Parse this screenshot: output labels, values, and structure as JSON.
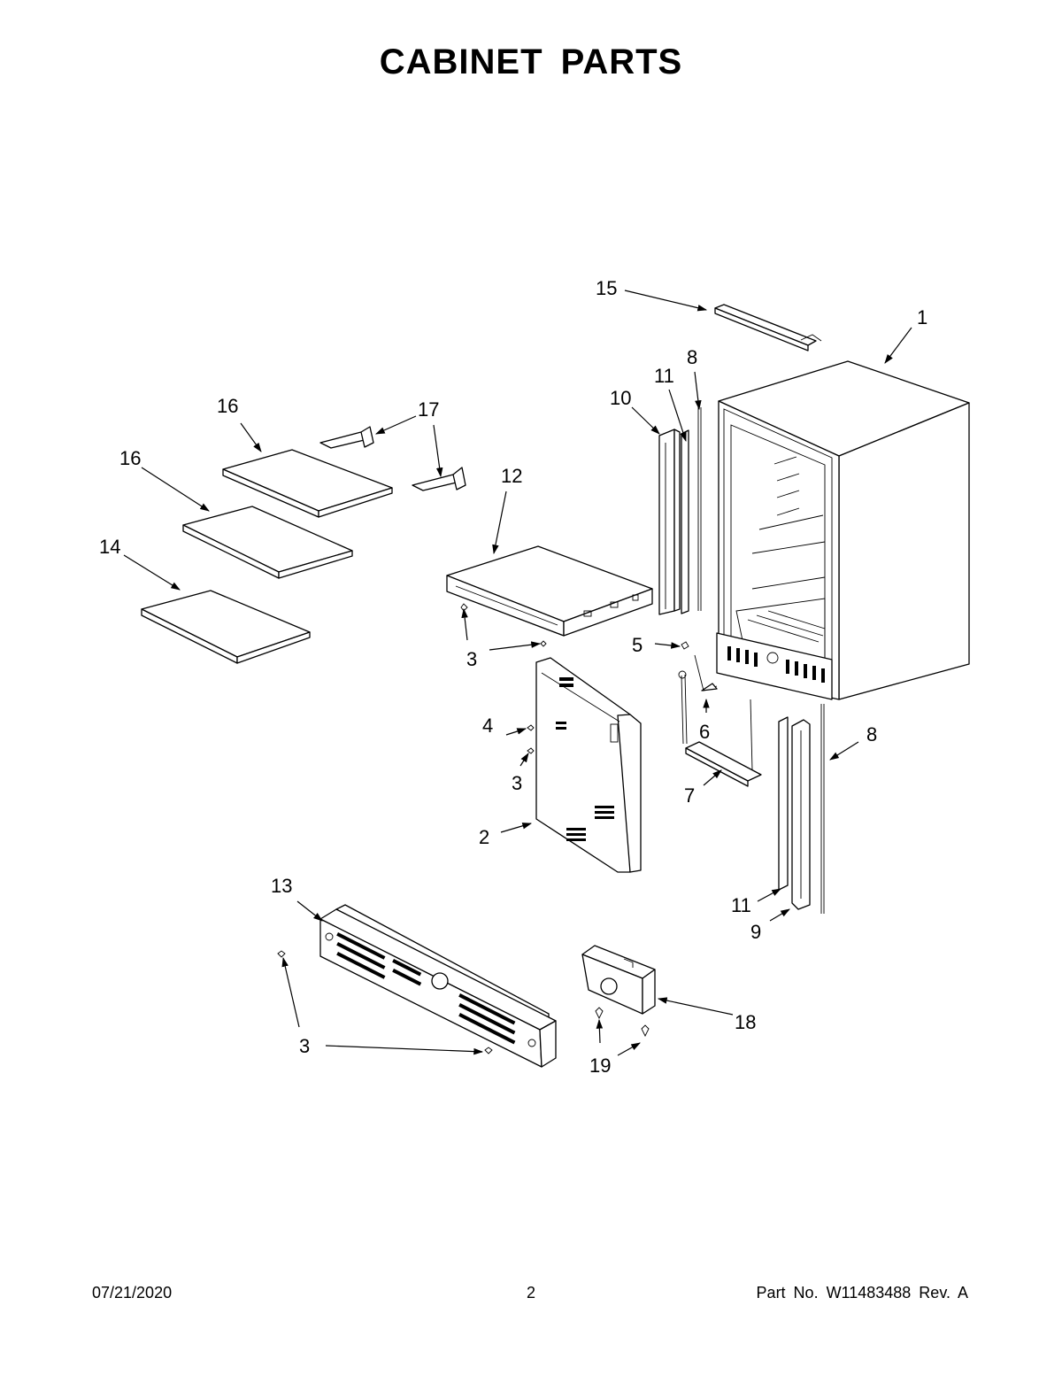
{
  "page_title": "CABINET PARTS",
  "callouts": [
    {
      "id": "c15",
      "label": "15"
    },
    {
      "id": "c1",
      "label": "1"
    },
    {
      "id": "c8a",
      "label": "8"
    },
    {
      "id": "c11a",
      "label": "11"
    },
    {
      "id": "c10",
      "label": "10"
    },
    {
      "id": "c16a",
      "label": "16"
    },
    {
      "id": "c17",
      "label": "17"
    },
    {
      "id": "c16b",
      "label": "16"
    },
    {
      "id": "c12",
      "label": "12"
    },
    {
      "id": "c14",
      "label": "14"
    },
    {
      "id": "c3a",
      "label": "3"
    },
    {
      "id": "c5",
      "label": "5"
    },
    {
      "id": "c4",
      "label": "4"
    },
    {
      "id": "c6",
      "label": "6"
    },
    {
      "id": "c8b",
      "label": "8"
    },
    {
      "id": "c3b",
      "label": "3"
    },
    {
      "id": "c7",
      "label": "7"
    },
    {
      "id": "c2",
      "label": "2"
    },
    {
      "id": "c13",
      "label": "13"
    },
    {
      "id": "c11b",
      "label": "11"
    },
    {
      "id": "c9",
      "label": "9"
    },
    {
      "id": "c18",
      "label": "18"
    },
    {
      "id": "c3c",
      "label": "3"
    },
    {
      "id": "c19",
      "label": "19"
    }
  ],
  "footer": {
    "date": "07/21/2020",
    "page_number": "2",
    "part_number": "Part No.  W11483488  Rev.  A"
  }
}
